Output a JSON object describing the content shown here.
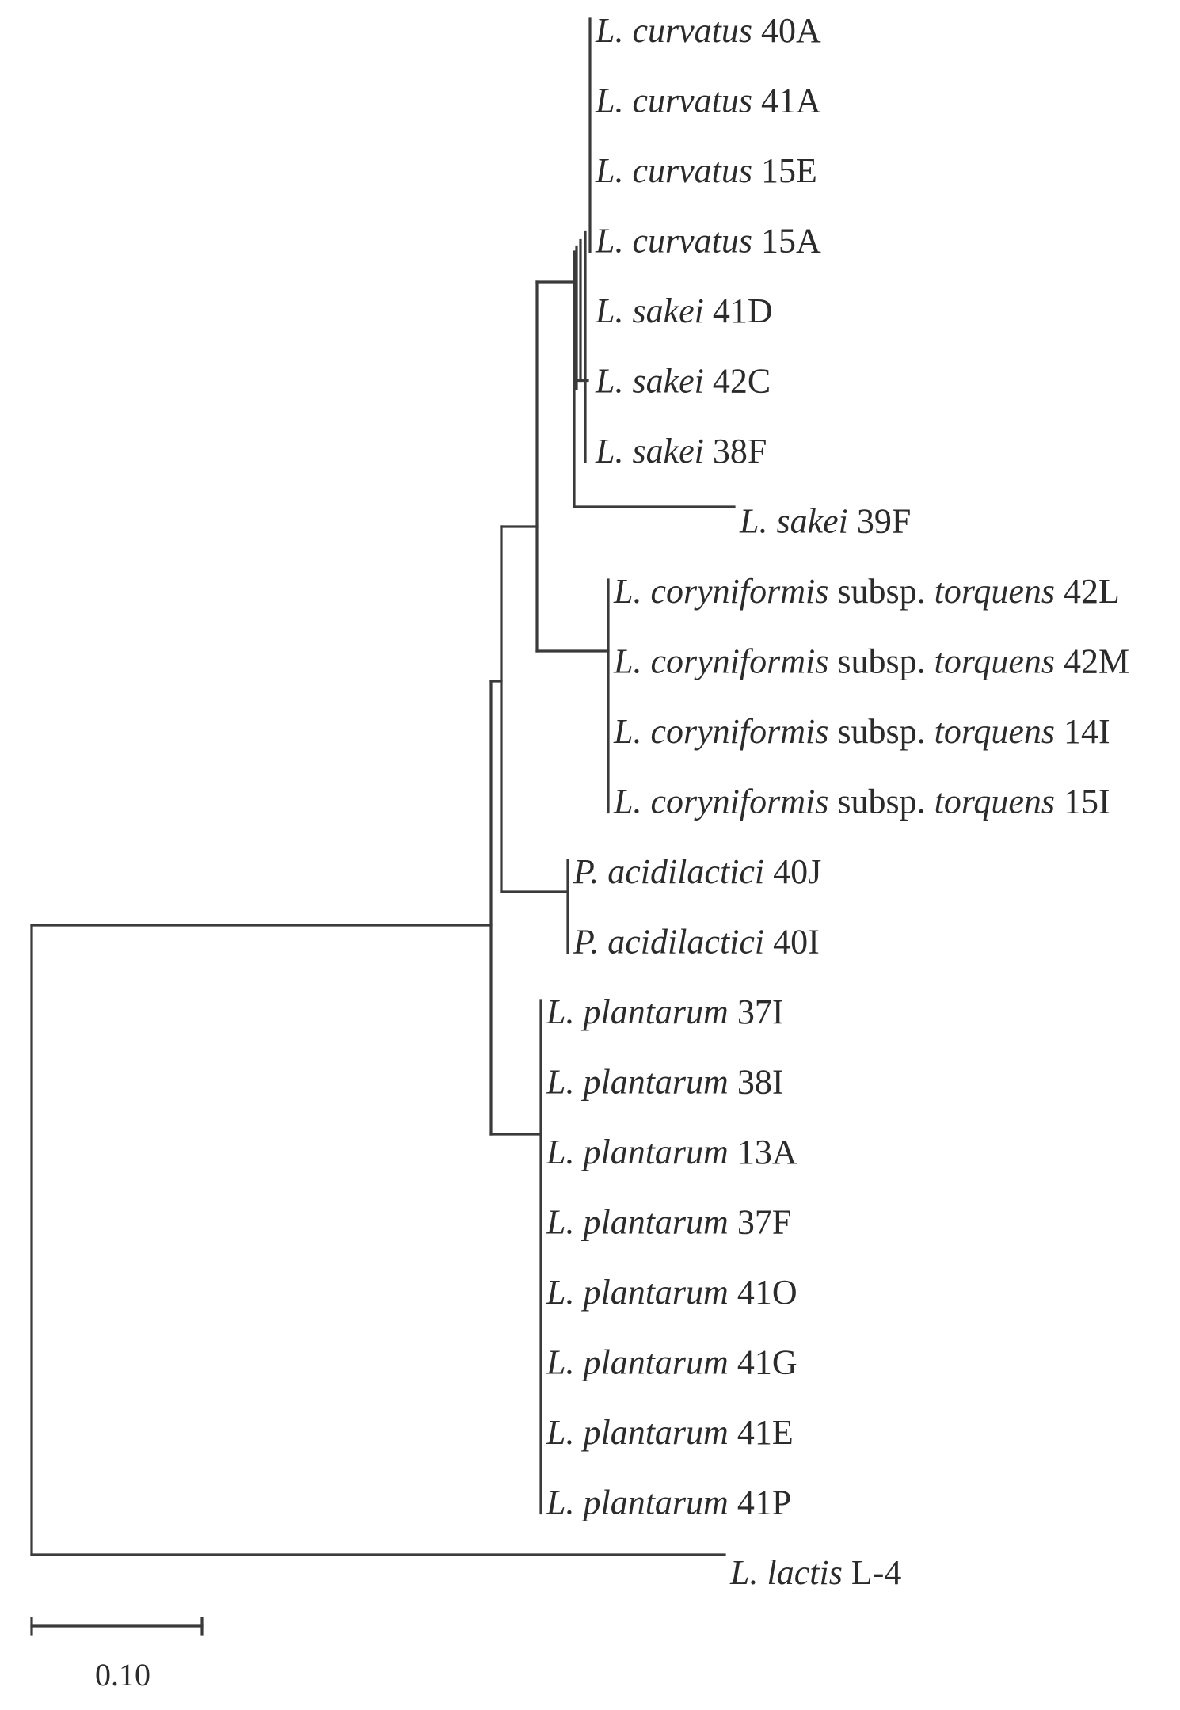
{
  "tree": {
    "leaves": [
      {
        "genus": "L. ",
        "species": "curvatus",
        "mid": "",
        "epithet": "",
        "strain": "40A"
      },
      {
        "genus": "L. ",
        "species": "curvatus",
        "mid": "",
        "epithet": "",
        "strain": "41A"
      },
      {
        "genus": "L. ",
        "species": "curvatus",
        "mid": "",
        "epithet": "",
        "strain": "15E"
      },
      {
        "genus": "L. ",
        "species": "curvatus",
        "mid": "",
        "epithet": "",
        "strain": "15A"
      },
      {
        "genus": "L. ",
        "species": "sakei",
        "mid": "",
        "epithet": "",
        "strain": "41D"
      },
      {
        "genus": "L. ",
        "species": "sakei",
        "mid": "",
        "epithet": "",
        "strain": "42C"
      },
      {
        "genus": "L. ",
        "species": "sakei",
        "mid": "",
        "epithet": "",
        "strain": "38F"
      },
      {
        "genus": "L. ",
        "species": "sakei",
        "mid": "",
        "epithet": "",
        "strain": "39F"
      },
      {
        "genus": "L. ",
        "species": "coryniformis",
        "mid": "subsp.",
        "epithet": "torquens",
        "strain": "42L"
      },
      {
        "genus": "L. ",
        "species": "coryniformis",
        "mid": "subsp.",
        "epithet": "torquens",
        "strain": "42M"
      },
      {
        "genus": "L. ",
        "species": "coryniformis",
        "mid": "subsp.",
        "epithet": "torquens",
        "strain": "14I"
      },
      {
        "genus": "L. ",
        "species": "coryniformis",
        "mid": "subsp.",
        "epithet": "torquens",
        "strain": "15I"
      },
      {
        "genus": "P. ",
        "species": "acidilactici",
        "mid": "",
        "epithet": "",
        "strain": "40J"
      },
      {
        "genus": "P. ",
        "species": "acidilactici",
        "mid": "",
        "epithet": "",
        "strain": "40I"
      },
      {
        "genus": "L. ",
        "species": "plantarum",
        "mid": "",
        "epithet": "",
        "strain": "37I"
      },
      {
        "genus": "L. ",
        "species": "plantarum",
        "mid": "",
        "epithet": "",
        "strain": "38I"
      },
      {
        "genus": "L. ",
        "species": "plantarum",
        "mid": "",
        "epithet": "",
        "strain": "13A"
      },
      {
        "genus": "L. ",
        "species": "plantarum",
        "mid": "",
        "epithet": "",
        "strain": "37F"
      },
      {
        "genus": "L. ",
        "species": "plantarum",
        "mid": "",
        "epithet": "",
        "strain": "41O"
      },
      {
        "genus": "L. ",
        "species": "plantarum",
        "mid": "",
        "epithet": "",
        "strain": "41G"
      },
      {
        "genus": "L. ",
        "species": "plantarum",
        "mid": "",
        "epithet": "",
        "strain": "41E"
      },
      {
        "genus": "L. ",
        "species": "plantarum",
        "mid": "",
        "epithet": "",
        "strain": "41P"
      },
      {
        "genus": "L. ",
        "species": "lactis",
        "mid": "",
        "epithet": "",
        "strain": "L-4"
      }
    ],
    "scale_bar": {
      "value": 0.1,
      "label": "0.10"
    },
    "line_color": "#3a3a3a",
    "text_color": "#2b2b2b"
  }
}
